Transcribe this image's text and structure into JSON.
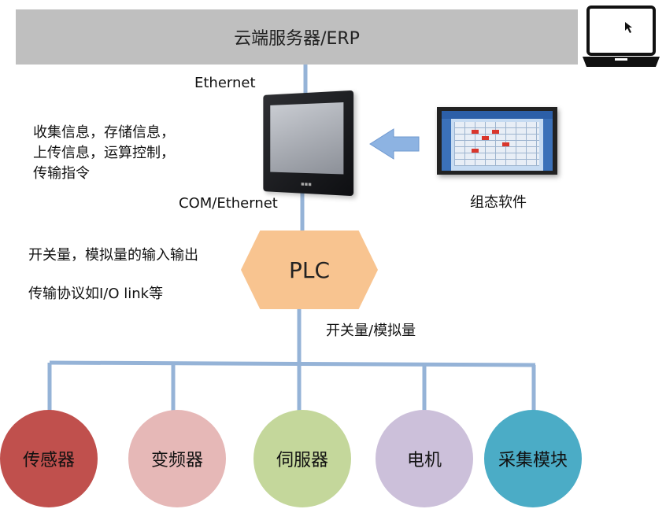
{
  "cloud": {
    "label": "云端服务器/ERP"
  },
  "links": {
    "ethernet": "Ethernet",
    "com_ethernet": "COM/Ethernet",
    "switch_analog": "开关量/模拟量"
  },
  "hmi_notes": [
    "收集信息，存储信息，",
    "上传信息，运算控制，",
    "传输指令"
  ],
  "plc": {
    "label": "PLC"
  },
  "plc_notes": [
    "开关量，模拟量的输入输出",
    "传输协议如I/O link等"
  ],
  "software": {
    "label": "组态软件"
  },
  "devices": [
    {
      "label": "传感器",
      "color": "#c0504d"
    },
    {
      "label": "变频器",
      "color": "#e6b8b7"
    },
    {
      "label": "伺服器",
      "color": "#c4d79b"
    },
    {
      "label": "电机",
      "color": "#ccc0da"
    },
    {
      "label": "采集模块",
      "color": "#4bacc6"
    }
  ],
  "colors": {
    "wire": "#95b3d7",
    "arrow": "#8db3e2",
    "cloud_bar": "#bfbfbf",
    "plc_fill": "#f8c490"
  },
  "icons": [
    "laptop-icon",
    "hmi-panel-icon",
    "software-screenshot-icon",
    "left-arrow-icon"
  ]
}
